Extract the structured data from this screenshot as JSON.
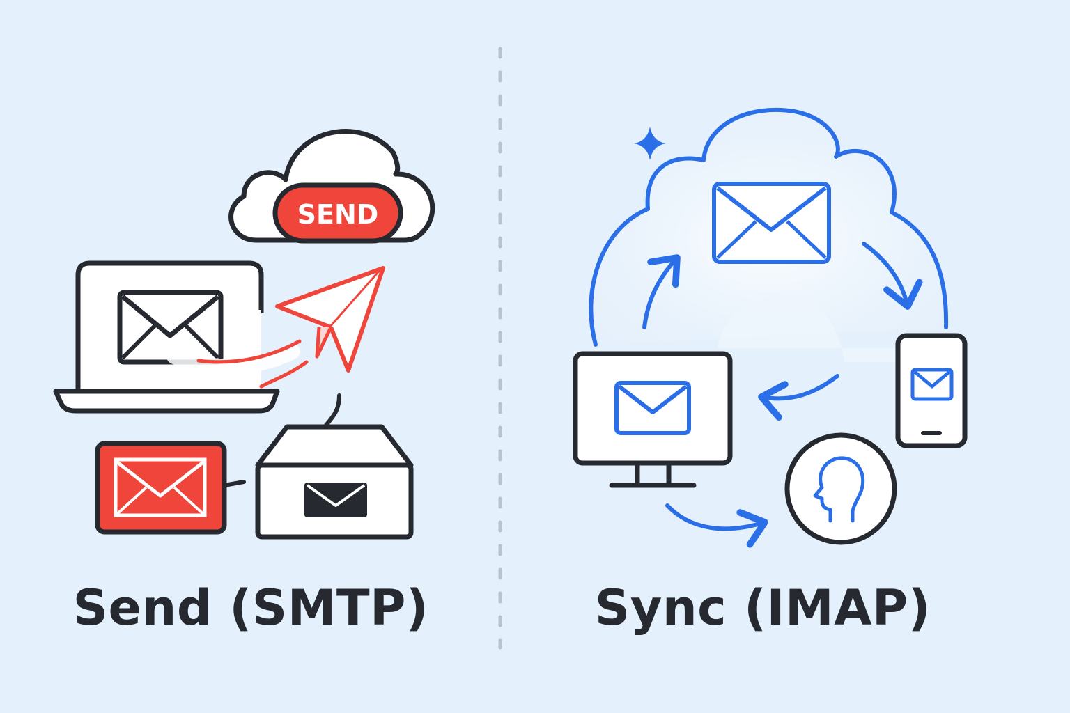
{
  "smtp": {
    "caption": "Send (SMTP)",
    "cloud_badge": "SEND",
    "accent_color": "#f0453a"
  },
  "imap": {
    "caption": "Sync (IMAP)",
    "accent_color": "#2b6fe8"
  },
  "colors": {
    "background": "#e4f0fb",
    "outline": "#262a30",
    "divider": "#b7c3cf"
  }
}
